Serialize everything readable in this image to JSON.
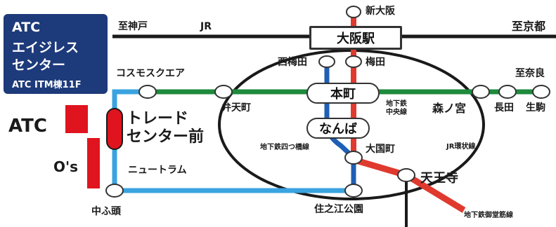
{
  "colors": {
    "jr_loop": "#1a1a1a",
    "chuo_line": "#1e8a3c",
    "midosuji_line": "#e03a2f",
    "yotsubashi_line": "#1f5fb5",
    "new_tram": "#3aa3e0",
    "atc_box": "#1d3a7a",
    "building": "#e0141e"
  },
  "legend_box": {
    "line1": "ATC",
    "line2": "エイジレス",
    "line3": "センター",
    "line4": "ATC ITM棟11F"
  },
  "buildings": {
    "atc_label": "ATC",
    "os_label": "O's"
  },
  "stations": {
    "shin_osaka": "新大阪",
    "osaka": "大阪駅",
    "nishi_umeda": "西梅田",
    "umeda": "梅田",
    "hommachi": "本町",
    "namba": "なんば",
    "daikokucho": "大国町",
    "tennoji": "天王寺",
    "bentencho": "弁天町",
    "morinomiya": "森ノ宮",
    "nagata": "長田",
    "ikoma": "生駒",
    "cosmosquare": "コスモスクエア",
    "trade_center_mae": "トレード\nセンター前",
    "nakafuto": "中ふ頭",
    "suminoe_koen": "住之江公園"
  },
  "directions": {
    "to_kobe": "至神戸",
    "jr_label": "JR",
    "to_kyoto": "至京都",
    "to_nara": "至奈良"
  },
  "lines": {
    "new_tram": "ニュートラム",
    "yotsubashi": "地下鉄四つ橋線",
    "chuo_line": "地下鉄\n中央線",
    "jr_loop": "JR環状線",
    "midosuji": "地下鉄御堂筋線"
  }
}
